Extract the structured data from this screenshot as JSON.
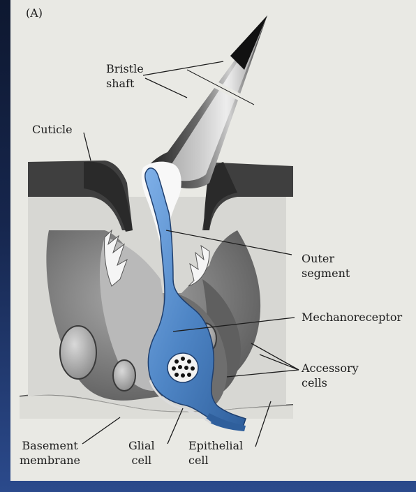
{
  "panel_label": "(A)",
  "labels": {
    "bristle_shaft": [
      "Bristle",
      "shaft"
    ],
    "cuticle": "Cuticle",
    "outer_segment": [
      "Outer",
      "segment"
    ],
    "mechanoreceptor": "Mechanoreceptor",
    "accessory_cells": [
      "Accessory",
      "cells"
    ],
    "basement_membrane": [
      "Basement",
      "membrane"
    ],
    "glial_cell": [
      "Glial",
      "cell"
    ],
    "epithelial_cell": [
      "Epithelial",
      "cell"
    ]
  },
  "colors": {
    "background": "#e9e9e4",
    "receptor_blue": "#4f86c6",
    "cuticle_dark": "#3f3f3f",
    "cell_gray": "#7d7d7d",
    "frame_blue": "#2b4a8c"
  }
}
